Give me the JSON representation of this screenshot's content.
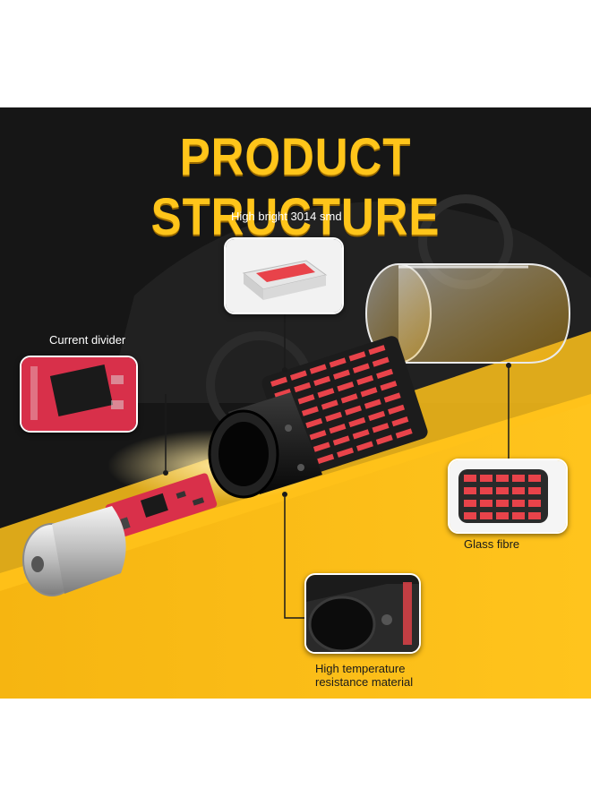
{
  "title": "PRODUCT STRUCTURE",
  "labels": {
    "smd": "High bright 3014 smd",
    "divider": "Current divider",
    "glass": "Glass fibre",
    "material_line1": "High temperature",
    "material_line2": "resistance material"
  },
  "colors": {
    "accent_yellow": "#ffc51a",
    "background_dark": "#151515",
    "led_red": "#e8434a"
  }
}
